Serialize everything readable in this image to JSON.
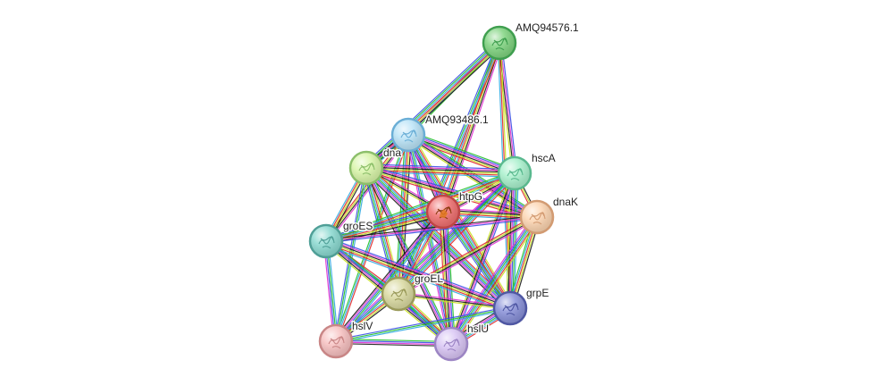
{
  "network": {
    "edge_colors": [
      "#22c02a",
      "#3a50e6",
      "#e030d0",
      "#1a1a1a",
      "#c8e020",
      "#e02828",
      "#30a8e0"
    ],
    "nodes": [
      {
        "id": "AMQ94576.1",
        "label": "AMQ94576.1",
        "color": "#7fd37f",
        "border": "#3f9f4f",
        "highlight": false
      },
      {
        "id": "AMQ93486.1",
        "label": "AMQ93486.1",
        "color": "#b9e3f7",
        "border": "#6aaed6",
        "highlight": false
      },
      {
        "id": "dnaJ",
        "label": "dna",
        "color": "#d8f5a8",
        "border": "#8cbf6a",
        "highlight": false
      },
      {
        "id": "hscA",
        "label": "hscA",
        "color": "#a8f0cc",
        "border": "#5ab98f",
        "highlight": false
      },
      {
        "id": "htpG",
        "label": "htpG",
        "color": "#f07070",
        "border": "#c04545",
        "highlight": true
      },
      {
        "id": "dnaK",
        "label": "dnaK",
        "color": "#fcd4b0",
        "border": "#d39b72",
        "highlight": false
      },
      {
        "id": "groES",
        "label": "groES",
        "color": "#8ad9d0",
        "border": "#4f9f97",
        "highlight": false
      },
      {
        "id": "groEL",
        "label": "groEL",
        "color": "#d9d9a0",
        "border": "#9a9a5a",
        "highlight": false
      },
      {
        "id": "grpE",
        "label": "grpE",
        "color": "#8890d8",
        "border": "#4f57a3",
        "highlight": false
      },
      {
        "id": "hslV",
        "label": "hslV",
        "color": "#f7c0c0",
        "border": "#c98686",
        "highlight": false
      },
      {
        "id": "hslU",
        "label": "hslU",
        "color": "#d8c4f4",
        "border": "#9c85c4",
        "highlight": false
      }
    ],
    "edges": [
      [
        "AMQ94576.1",
        "AMQ93486.1"
      ],
      [
        "AMQ94576.1",
        "hscA"
      ],
      [
        "AMQ94576.1",
        "htpG"
      ],
      [
        "AMQ94576.1",
        "dnaJ"
      ],
      [
        "AMQ94576.1",
        "grpE"
      ],
      [
        "AMQ94576.1",
        "groEL"
      ],
      [
        "AMQ93486.1",
        "dnaJ"
      ],
      [
        "AMQ93486.1",
        "hscA"
      ],
      [
        "AMQ93486.1",
        "htpG"
      ],
      [
        "AMQ93486.1",
        "groES"
      ],
      [
        "AMQ93486.1",
        "groEL"
      ],
      [
        "AMQ93486.1",
        "grpE"
      ],
      [
        "AMQ93486.1",
        "hslV"
      ],
      [
        "AMQ93486.1",
        "hslU"
      ],
      [
        "AMQ93486.1",
        "dnaK"
      ],
      [
        "dnaJ",
        "hscA"
      ],
      [
        "dnaJ",
        "htpG"
      ],
      [
        "dnaJ",
        "groES"
      ],
      [
        "dnaJ",
        "groEL"
      ],
      [
        "dnaJ",
        "grpE"
      ],
      [
        "dnaJ",
        "hslV"
      ],
      [
        "dnaJ",
        "hslU"
      ],
      [
        "dnaJ",
        "dnaK"
      ],
      [
        "hscA",
        "htpG"
      ],
      [
        "hscA",
        "dnaK"
      ],
      [
        "hscA",
        "groES"
      ],
      [
        "hscA",
        "groEL"
      ],
      [
        "hscA",
        "grpE"
      ],
      [
        "hscA",
        "hslV"
      ],
      [
        "hscA",
        "hslU"
      ],
      [
        "htpG",
        "dnaK"
      ],
      [
        "htpG",
        "groES"
      ],
      [
        "htpG",
        "groEL"
      ],
      [
        "htpG",
        "grpE"
      ],
      [
        "htpG",
        "hslV"
      ],
      [
        "htpG",
        "hslU"
      ],
      [
        "dnaK",
        "groES"
      ],
      [
        "dnaK",
        "groEL"
      ],
      [
        "dnaK",
        "grpE"
      ],
      [
        "dnaK",
        "hslU"
      ],
      [
        "groES",
        "groEL"
      ],
      [
        "groES",
        "hslV"
      ],
      [
        "groES",
        "hslU"
      ],
      [
        "groES",
        "grpE"
      ],
      [
        "groEL",
        "grpE"
      ],
      [
        "groEL",
        "hslV"
      ],
      [
        "groEL",
        "hslU"
      ],
      [
        "grpE",
        "hslU"
      ],
      [
        "grpE",
        "hslV"
      ],
      [
        "hslV",
        "hslU"
      ]
    ]
  }
}
